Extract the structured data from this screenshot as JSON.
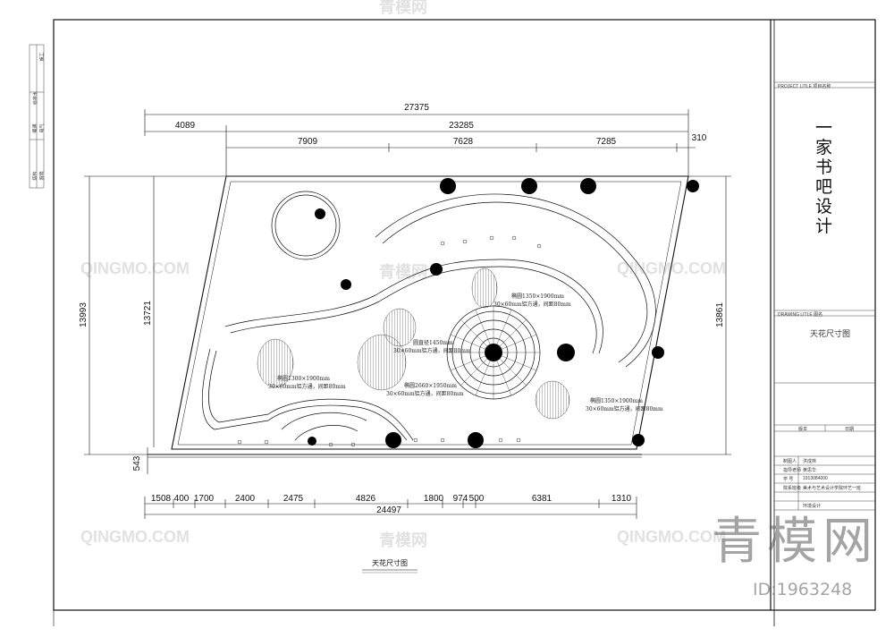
{
  "plan": {
    "top_dimensions": {
      "overall": "27375",
      "row2": [
        "4089",
        "23285"
      ],
      "row3": [
        "7909",
        "7628",
        "7285",
        "310"
      ]
    },
    "bottom_dimensions": {
      "segments": [
        "1508",
        "400",
        "1700",
        "2400",
        "2475",
        "4826",
        "1800",
        "974",
        "500",
        "6381",
        "1310"
      ],
      "overall": "24497"
    },
    "side_dimensions": {
      "left_outer": "13993",
      "left_inner": "13721",
      "right": "13861",
      "bottom_left": "543"
    },
    "annotations": {
      "ellipse_left": [
        "椭圆1300×1900mm",
        "30×60mm铝方通，间距80mm"
      ],
      "ellipse_center": [
        "圆直径1450mm",
        "30×60mm铝方通，间距80mm"
      ],
      "ellipse_lower": [
        "椭圆2660×1950mm",
        "30×60mm铝方通，间距80mm"
      ],
      "ellipse_upper_right": [
        "椭圆1350×1900mm",
        "30×60mm铝方通，间距80mm"
      ],
      "ellipse_lower_right": [
        "椭圆1350×1900mm",
        "30×60mm铝方通，间距80mm"
      ]
    },
    "caption": "天花尺寸图"
  },
  "title_block": {
    "project_label": "PROJECT LITLE  项目名称",
    "project_name_chars": [
      "一",
      "家",
      "书",
      "吧",
      "设",
      "计"
    ],
    "drawing_label": "DRAWING LITLE  图名",
    "drawing_name": "天花尺寸图",
    "version_label": "版本",
    "date_label": "日期",
    "rows": [
      {
        "label": "制图人",
        "value": "洪成林"
      },
      {
        "label": "指导老师",
        "value": "黄思华"
      },
      {
        "label": "学  号",
        "value": "1913084000"
      },
      {
        "label": "院系班级",
        "value": "美术与艺术设计学院环艺一班"
      },
      {
        "label": "",
        "value": "环境设计"
      }
    ],
    "left_stamps": [
      "结构",
      "暖通",
      "给排水",
      "照明",
      "电气",
      "施工"
    ]
  },
  "watermarks": {
    "site_cn": "青模网",
    "site_en": "QINGMO.COM",
    "id_text": "ID:1963248"
  },
  "colors": {
    "line": "#111111",
    "fixture": "#000000",
    "watermark": "#8a8a8a"
  }
}
